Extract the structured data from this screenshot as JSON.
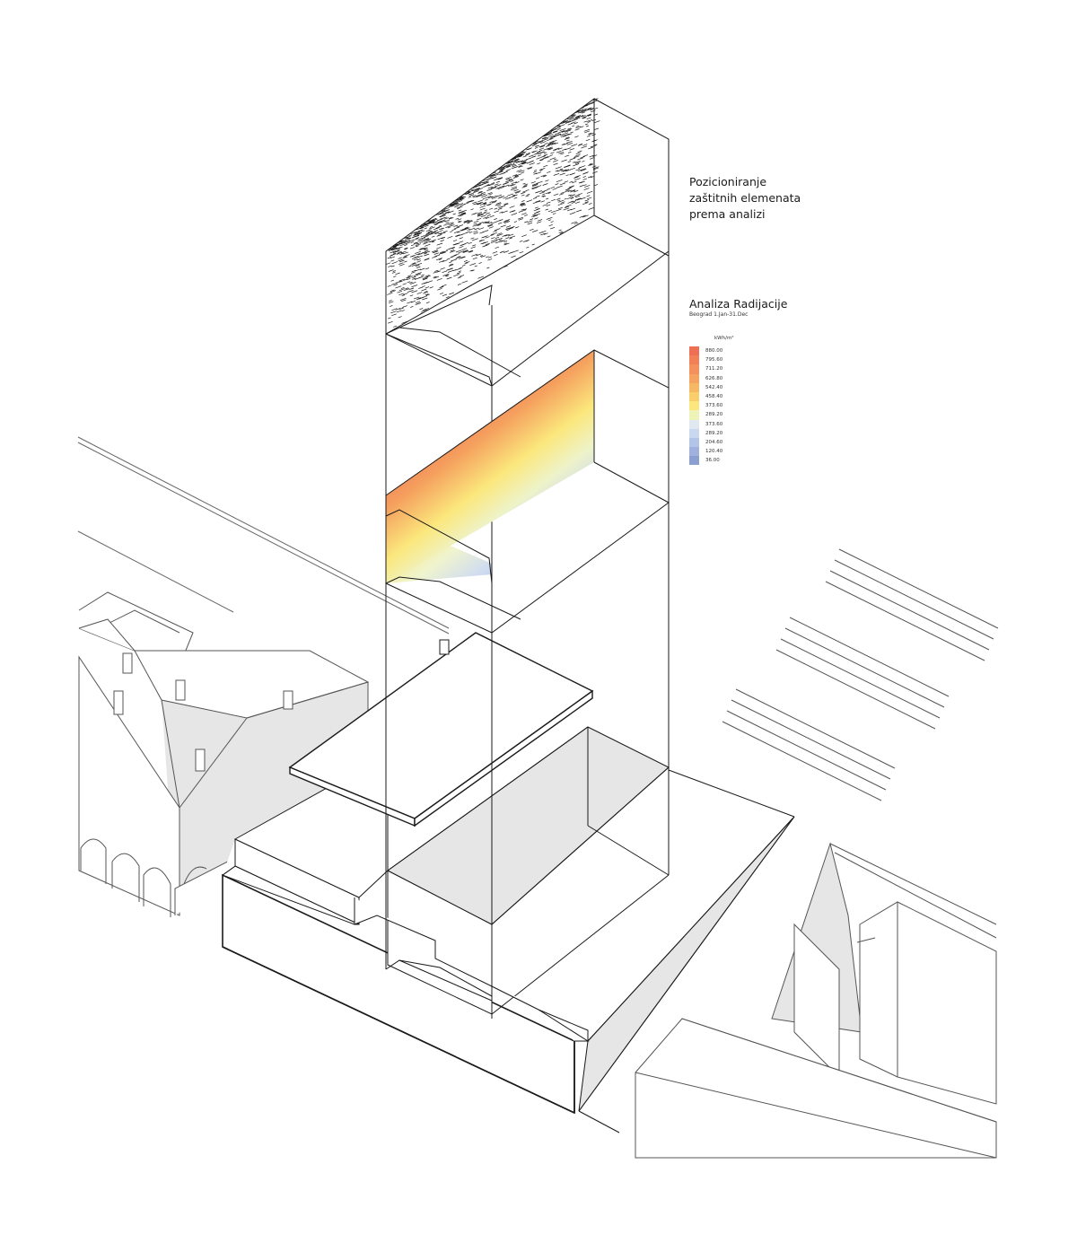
{
  "annotation": {
    "lines": [
      "Pozicioniranje",
      "zaštitnih elemenata",
      "prema analizi"
    ]
  },
  "radiation": {
    "title": "Analiza Radijacije",
    "subtitle": "Beograd 1.Jan-31.Dec",
    "unit": "kWh/m²",
    "legend": [
      {
        "label": "880.00",
        "color": "#ef6f55"
      },
      {
        "label": "795.60",
        "color": "#f17f58"
      },
      {
        "label": "711.20",
        "color": "#f3905c"
      },
      {
        "label": "626.80",
        "color": "#f5a35f"
      },
      {
        "label": "542.40",
        "color": "#f7b864"
      },
      {
        "label": "458.40",
        "color": "#f9cf6c"
      },
      {
        "label": "373.60",
        "color": "#fbe77c"
      },
      {
        "label": "289.20",
        "color": "#eef3b8"
      },
      {
        "label": "373.60",
        "color": "#dfe9ef"
      },
      {
        "label": "289.20",
        "color": "#cad8ef"
      },
      {
        "label": "204.60",
        "color": "#b2c4e7"
      },
      {
        "label": "120.40",
        "color": "#9fb1dc"
      },
      {
        "label": "36.00",
        "color": "#8b9fd1"
      }
    ]
  },
  "colors": {
    "line": "#1a1a1a",
    "context_line": "#555555",
    "shadow": "#e6e6e6",
    "background": "#ffffff"
  }
}
